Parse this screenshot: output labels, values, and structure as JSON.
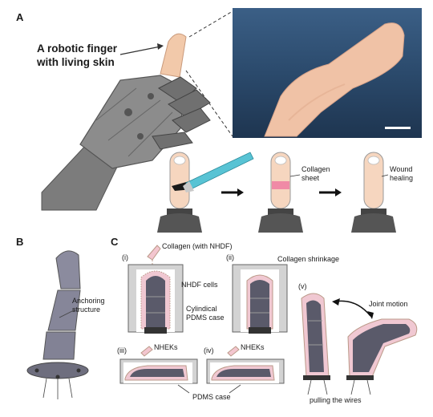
{
  "panel_a": {
    "letter": "A",
    "title_line1": "A robotic finger",
    "title_line2": "with living skin",
    "collagen_sheet_line1": "Collagen",
    "collagen_sheet_line2": "sheet",
    "wound_line1": "Wound",
    "wound_line2": "healing"
  },
  "panel_b": {
    "letter": "B",
    "anchoring_line1": "Anchoring",
    "anchoring_line2": "structure"
  },
  "panel_c": {
    "letter": "C",
    "step_i": "(i)",
    "step_ii": "(ii)",
    "step_iii": "(iii)",
    "step_iv": "(iv)",
    "step_v": "(v)",
    "collagen_nhdf": "Collagen (with NHDF)",
    "nhdf_cells": "NHDF cells",
    "cyl_case_line1": "Cylindical",
    "cyl_case_line2": "PDMS case",
    "collagen_shrinkage": "Collagen shrinkage",
    "nheks_1": "NHEKs",
    "nheks_2": "NHEKs",
    "pdms_case": "PDMS case",
    "joint_motion": "Joint motion",
    "pulling_wires": "pulling the wires"
  }
}
